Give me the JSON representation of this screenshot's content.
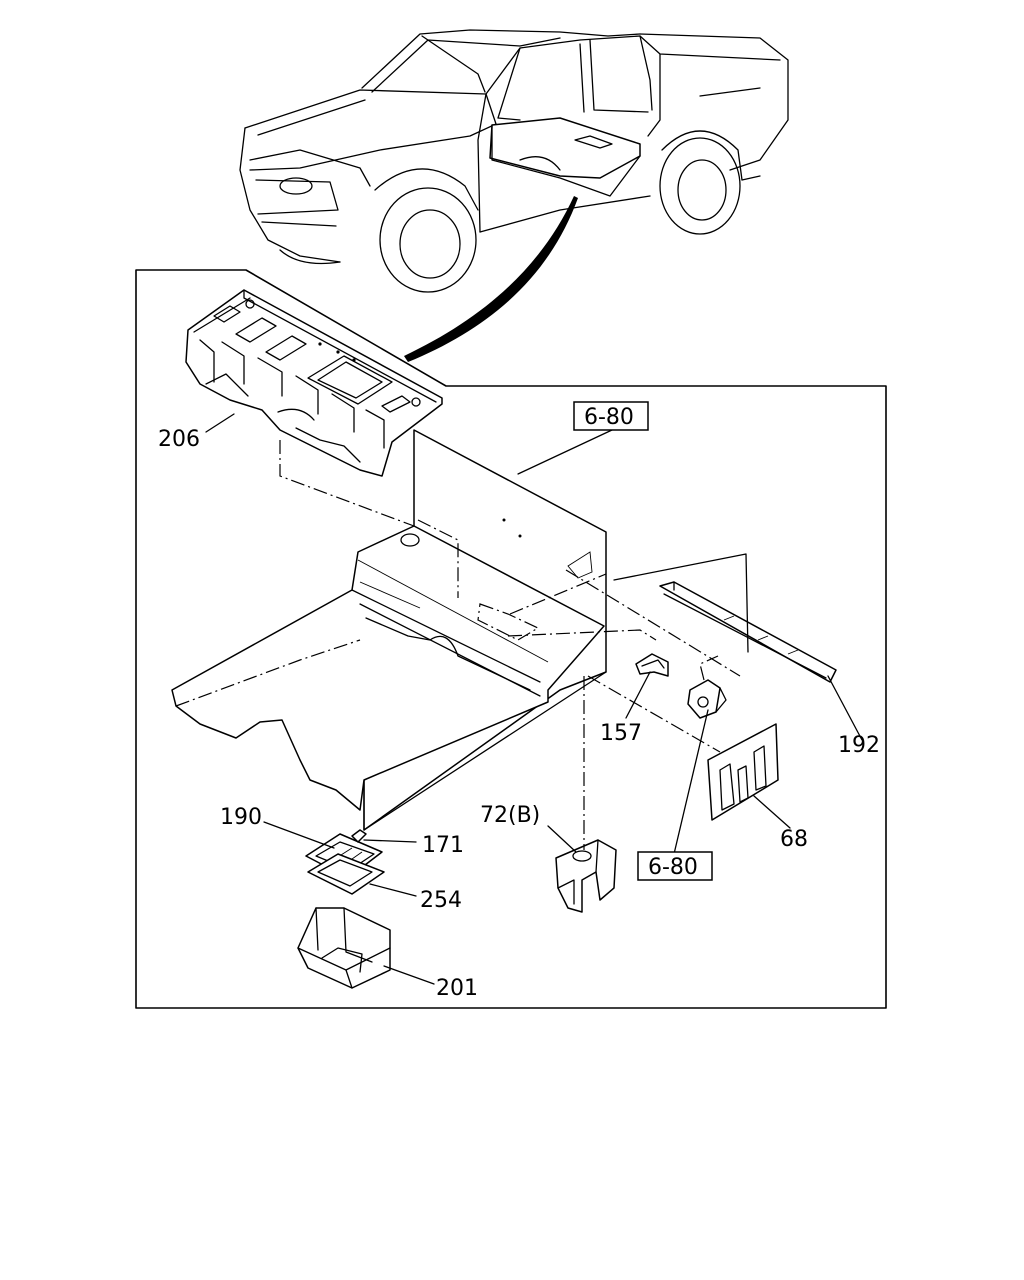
{
  "callouts": {
    "p206": "206",
    "ref_top": "6-80",
    "p192": "192",
    "p157": "157",
    "p68": "68",
    "ref_bottom": "6-80",
    "p72b": "72(B)",
    "p190": "190",
    "p171": "171",
    "p254": "254",
    "p201": "201"
  }
}
